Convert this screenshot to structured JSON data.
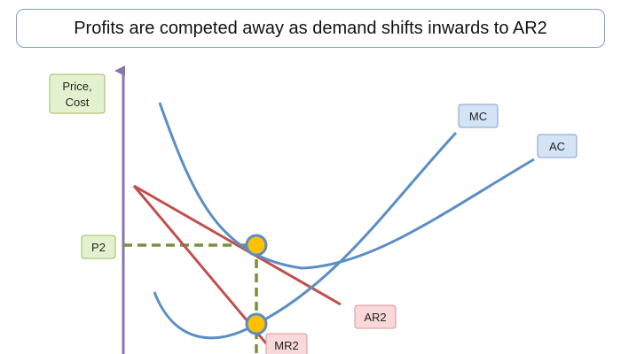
{
  "title": "Profits are competed away as demand shifts inwards to AR2",
  "labels": {
    "y_axis": [
      "Price,",
      "Cost"
    ],
    "mc": "MC",
    "ac": "AC",
    "ar2": "AR2",
    "mr2": "MR2",
    "p2": "P2"
  },
  "colors": {
    "curve_blue": "#5b8ec4",
    "demand_red": "#c0504d",
    "axis_purple": "#8a74b0",
    "guide_green": "#77923c",
    "point_fill": "#ffc000",
    "label_green_fill": "#e4f1cf",
    "label_blue_fill": "#d5e3f6",
    "label_red_fill": "#f8d8d8"
  }
}
